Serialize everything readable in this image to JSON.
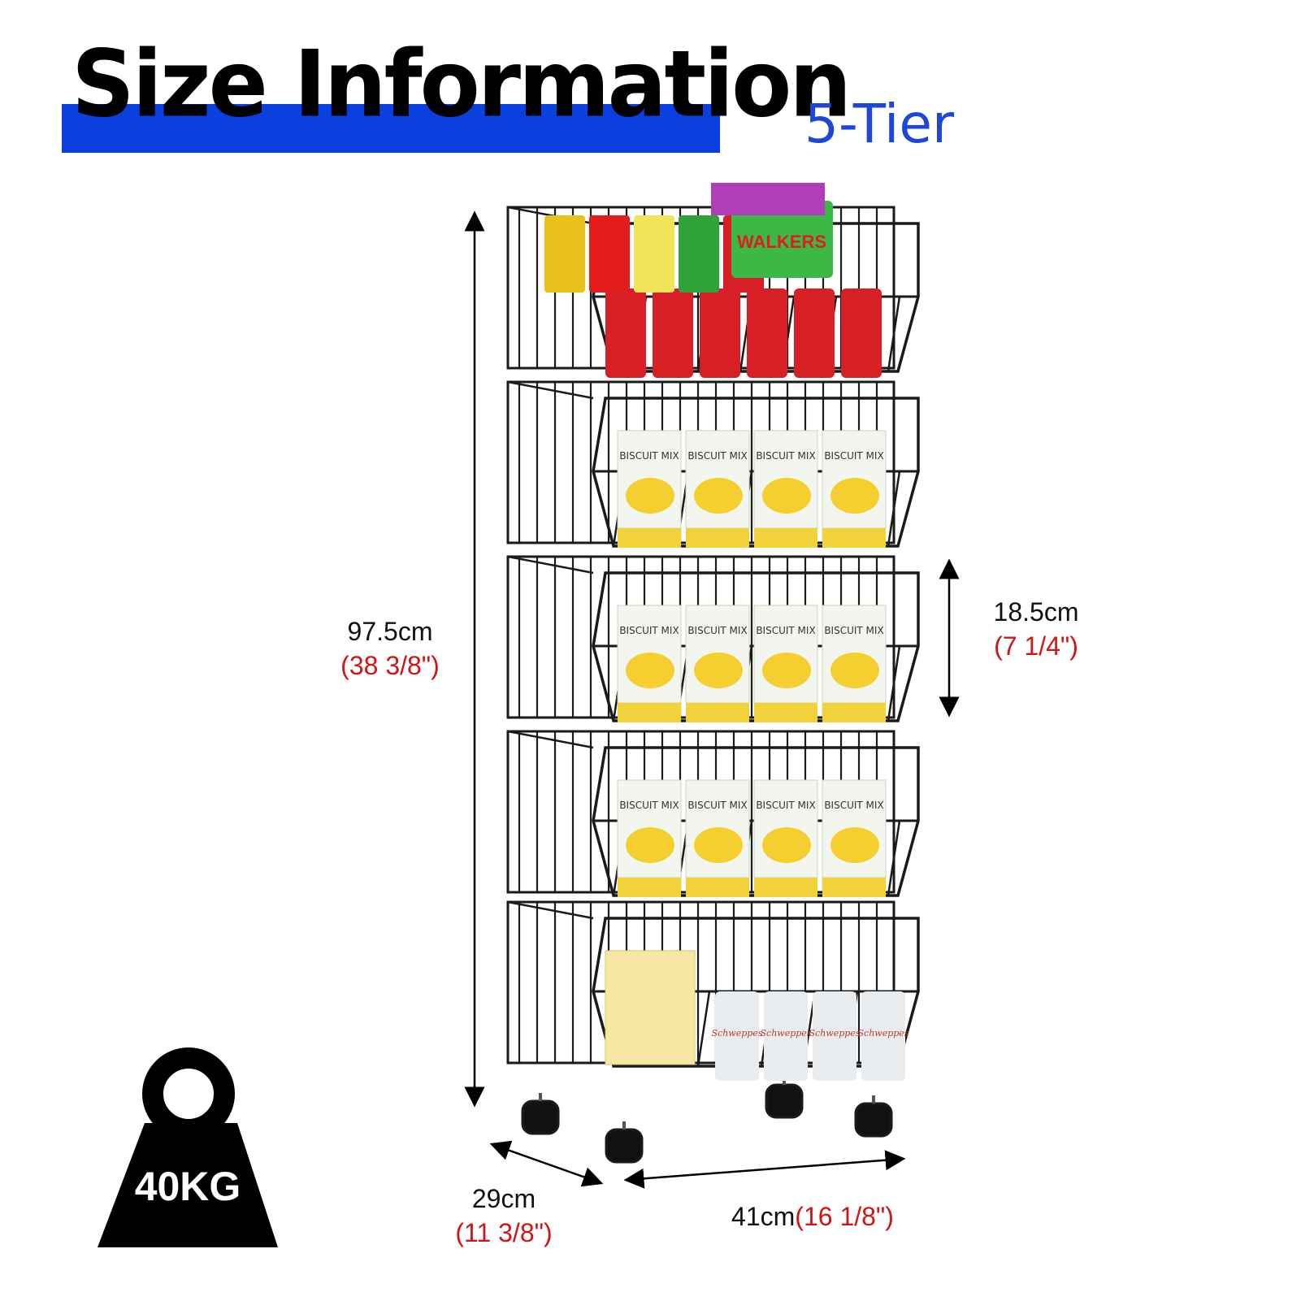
{
  "title": "Size Information",
  "tier_label": "5-Tier",
  "colors": {
    "title_bar": "#0b40e0",
    "tier_text": "#1e46d8",
    "imperial_text": "#d11414",
    "rack_wire": "#1a1a1a"
  },
  "dimensions": {
    "height": {
      "metric": "97.5cm",
      "imperial": "(38 3/8\")"
    },
    "tier_height": {
      "metric": "18.5cm",
      "imperial": "(7 1/4\")"
    },
    "depth": {
      "metric": "29cm",
      "imperial": "(11 3/8\")"
    },
    "width": {
      "metric": "41cm",
      "imperial": "(16 1/8\")"
    }
  },
  "load_capacity": {
    "label": "40KG",
    "icon": "weight-icon"
  },
  "product": {
    "name": "5-tier wire basket rack",
    "tiers": 5,
    "package_labels": [
      "WALKERS",
      "BISCUIT MIX",
      "Schweppes"
    ]
  }
}
